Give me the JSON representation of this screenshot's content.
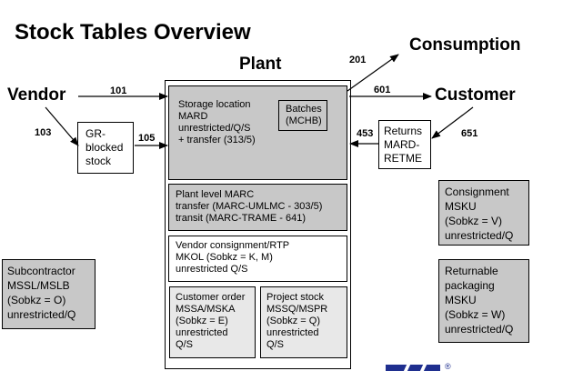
{
  "title": "Stock Tables Overview",
  "labels": {
    "plant": "Plant",
    "vendor": "Vendor",
    "customer": "Customer",
    "consumption": "Consumption"
  },
  "movement_types": {
    "m101": "101",
    "m103": "103",
    "m105": "105",
    "m201": "201",
    "m601": "601",
    "m453": "453",
    "m651": "651"
  },
  "gr_blocked": {
    "lines": [
      "GR-",
      "blocked",
      "stock"
    ]
  },
  "returns": {
    "lines": [
      "Returns",
      "MARD-",
      "RETME"
    ]
  },
  "storage_location": {
    "lines": [
      "Storage location",
      "MARD",
      "unrestricted/Q/S",
      "+ transfer (313/5)"
    ]
  },
  "batches": {
    "lines": [
      "Batches",
      "(MCHB)"
    ]
  },
  "plant_level": {
    "lines": [
      "Plant level MARC",
      "transfer (MARC-UMLMC - 303/5)",
      "transit   (MARC-TRAME  - 641)"
    ]
  },
  "vendor_consignment": {
    "lines": [
      "Vendor consignment/RTP",
      "MKOL (Sobkz = K, M)",
      "unrestricted Q/S"
    ]
  },
  "customer_order": {
    "lines": [
      "Customer order",
      "MSSA/MSKA",
      "(Sobkz = E)",
      "unrestricted",
      "Q/S"
    ]
  },
  "project_stock": {
    "lines": [
      "Project stock",
      "MSSQ/MSPR",
      "(Sobkz = Q)",
      "unrestricted",
      "Q/S"
    ]
  },
  "consignment": {
    "lines": [
      "Consignment",
      "MSKU",
      "(Sobkz = V)",
      "unrestricted/Q"
    ]
  },
  "returnable": {
    "lines": [
      "Returnable",
      "packaging",
      "MSKU",
      "(Sobkz = W)",
      "unrestricted/Q"
    ]
  },
  "subcontractor": {
    "lines": [
      "Subcontractor",
      "MSSL/MSLB",
      "(Sobkz = O)",
      "unrestricted/Q"
    ]
  },
  "colors": {
    "box_gray": "#c8c8c8",
    "box_light": "#e8e8e8",
    "logo_blue": "#1f2f8f"
  },
  "logo": {
    "mark": "®"
  }
}
